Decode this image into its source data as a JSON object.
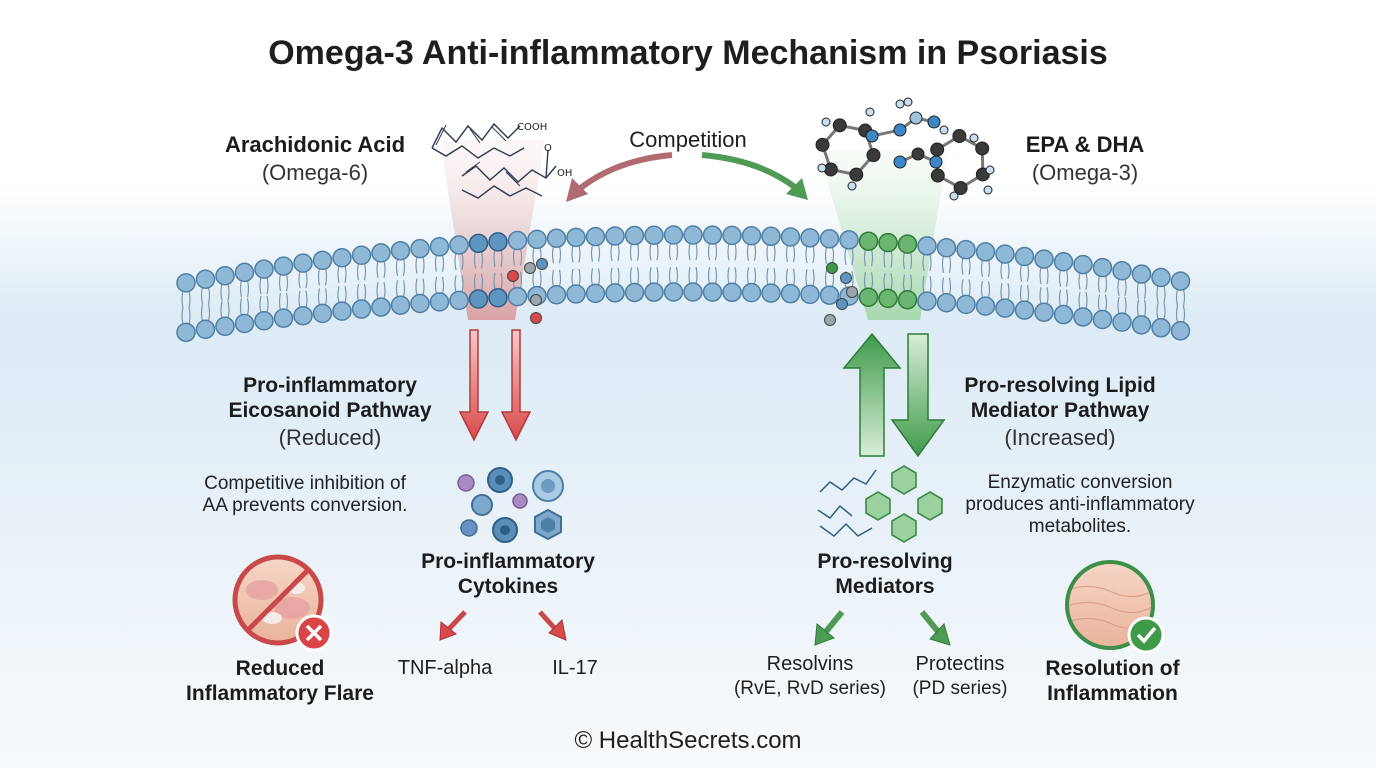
{
  "title": "Omega-3 Anti-inflammatory Mechanism in Psoriasis",
  "left_fatty_acid": {
    "name": "Arachidonic Acid",
    "type": "(Omega-6)",
    "cooh_label": "COOH",
    "oh_label": "OH",
    "o_label": "O"
  },
  "right_fatty_acid": {
    "name": "EPA & DHA",
    "type": "(Omega-3)"
  },
  "competition_label": "Competition",
  "left_pathway": {
    "title_line1": "Pro-inflammatory",
    "title_line2": "Eicosanoid Pathway",
    "status": "(Reduced)",
    "note_line1": "Competitive inhibition of",
    "note_line2": "AA prevents conversion.",
    "cytokines_line1": "Pro-inflammatory",
    "cytokines_line2": "Cytokines",
    "output1": "TNF-alpha",
    "output2": "IL-17",
    "result_line1": "Reduced",
    "result_line2": "Inflammatory Flare"
  },
  "right_pathway": {
    "title_line1": "Pro-resolving Lipid",
    "title_line2": "Mediator Pathway",
    "status": "(Increased)",
    "note_line1": "Enzymatic conversion",
    "note_line2": "produces anti-inflammatory",
    "note_line3": "metabolites.",
    "mediators_line1": "Pro-resolving",
    "mediators_line2": "Mediators",
    "output1_line1": "Resolvins",
    "output1_line2": "(RvE, RvD series)",
    "output2_line1": "Protectins",
    "output2_line2": "(PD series)",
    "result_line1": "Resolution of",
    "result_line2": "Inflammation"
  },
  "footer": "© HealthSecrets.com",
  "colors": {
    "membrane_head": "#8fb8d6",
    "membrane_head_stroke": "#4f7fa6",
    "omega6_red": "#c9484a",
    "omega3_green": "#3e9a48",
    "text": "#1c1c1c"
  }
}
